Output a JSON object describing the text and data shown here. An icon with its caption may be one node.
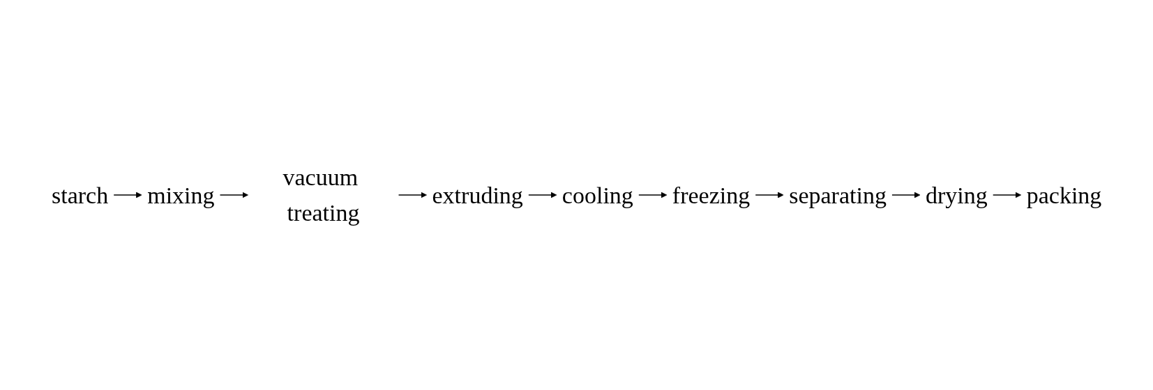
{
  "diagram": {
    "nodes": [
      {
        "text": [
          "starch"
        ]
      },
      {
        "text": [
          "mixing"
        ]
      },
      {
        "text": [
          "vacuum treating"
        ]
      },
      {
        "text": [
          "extruding"
        ]
      },
      {
        "text": [
          "cooling"
        ]
      },
      {
        "text": [
          "freezing"
        ]
      },
      {
        "text": [
          "separating"
        ]
      },
      {
        "text": [
          "drying"
        ]
      },
      {
        "text": [
          "packing"
        ]
      }
    ],
    "edges": [
      {
        "from": 0,
        "to": 1,
        "arrow": "to"
      },
      {
        "from": 1,
        "to": 2,
        "arrow": "to"
      },
      {
        "from": 2,
        "to": 3,
        "arrow": "to"
      },
      {
        "from": 3,
        "to": 4,
        "arrow": "to"
      },
      {
        "from": 4,
        "to": 5,
        "arrow": "to"
      },
      {
        "from": 5,
        "to": 6,
        "arrow": "to"
      },
      {
        "from": 6,
        "to": 7,
        "arrow": "to"
      },
      {
        "from": 7,
        "to": 8,
        "arrow": "to"
      }
    ]
  }
}
